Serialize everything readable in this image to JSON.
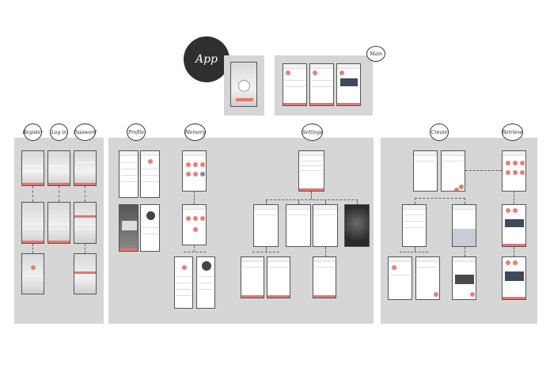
{
  "root": {
    "label": "App"
  },
  "groups": {
    "main": "Main",
    "register": "Register",
    "login": "Log in",
    "password": "Password",
    "profile": "Profile",
    "memory": "Memory",
    "settings": "Settings",
    "create": "Create",
    "retrieve": "Retrieve"
  },
  "colors": {
    "accent": "#e8746f",
    "panel": "#d6d6d6",
    "app_badge": "#2f2f2f"
  }
}
